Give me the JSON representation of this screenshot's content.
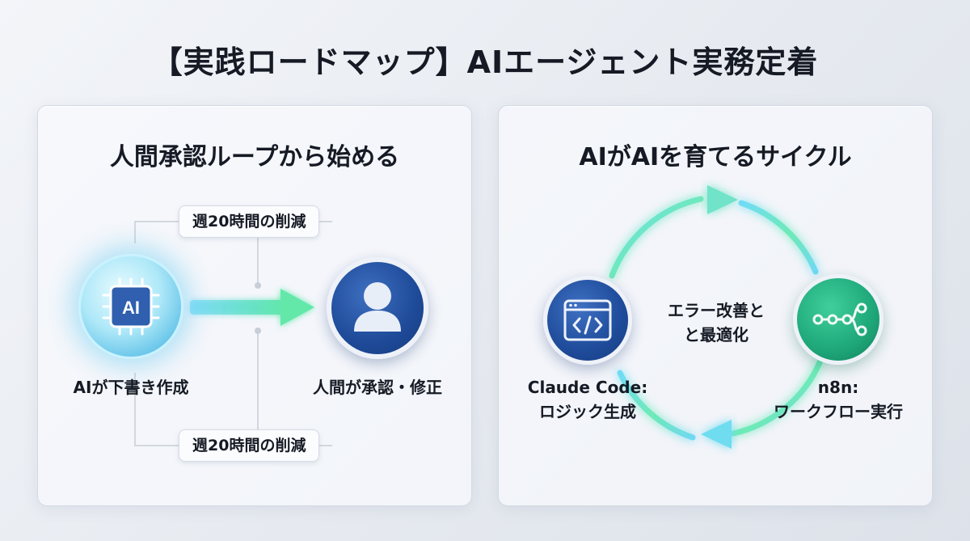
{
  "title": "【実践ロードマップ】AIエージェント実務定着",
  "left_panel": {
    "title": "人間承認ループから始める",
    "badge_top": "週20時間の削減",
    "badge_bottom": "週20時間の削減",
    "ai_chip_text": "AI",
    "ai_label": "AIが下書き作成",
    "human_label": "人間が承認・修正"
  },
  "right_panel": {
    "title": "AIがAIを育てるサイクル",
    "center_line1": "エラー改善と",
    "center_line2": "と最適化",
    "left_label_line1": "Claude Code:",
    "left_label_line2": "ロジック生成",
    "right_label_line1": "n8n:",
    "right_label_line2": "ワークフロー実行"
  },
  "colors": {
    "ai_glow": "#5cc8f0",
    "arrow_cyan": "#5fd4f2",
    "arrow_green": "#5ee6a8",
    "dark_blue": "#1e4a98",
    "green": "#1ea779",
    "text": "#151a24"
  },
  "icons": [
    "ai-chip-icon",
    "person-icon",
    "code-window-icon",
    "workflow-nodes-icon",
    "arrow-right-icon",
    "cycle-arrows-icon"
  ]
}
